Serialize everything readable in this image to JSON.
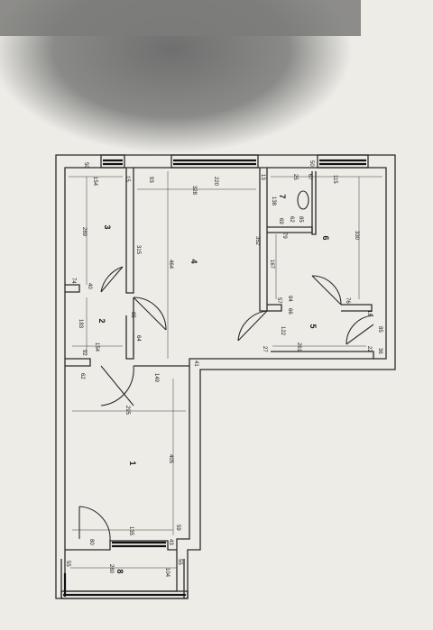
{
  "plan": {
    "rooms": [
      {
        "id": "r1",
        "label": "1"
      },
      {
        "id": "r2",
        "label": "2"
      },
      {
        "id": "r3",
        "label": "3"
      },
      {
        "id": "r4",
        "label": "4"
      },
      {
        "id": "r5",
        "label": "5"
      },
      {
        "id": "r6",
        "label": "6"
      },
      {
        "id": "r7",
        "label": "7"
      },
      {
        "id": "r8",
        "label": "8"
      }
    ],
    "dimensions": {
      "d50a": "50",
      "d154a": "154",
      "d15": "15",
      "d93": "93",
      "d328": "328",
      "d220": "220",
      "d13": "13",
      "d50b": "50",
      "d25": "25",
      "d67": "67",
      "d115": "115",
      "d289": "289",
      "d315": "315",
      "d464": "464",
      "d138": "138",
      "d69": "69",
      "d85a": "85",
      "d62a": "62",
      "d79": "79",
      "d352": "352",
      "d330": "330",
      "d167": "167",
      "d74": "74",
      "d40": "40",
      "d154b": "154",
      "d183": "183",
      "d85b": "85",
      "d57": "57",
      "d66": "66",
      "d76": "76",
      "d94": "94",
      "d18": "18",
      "d92": "92",
      "d64": "64",
      "d122": "122",
      "d261": "261",
      "d27": "27",
      "d22": "22",
      "d36": "36",
      "d85c": "85",
      "d62b": "62",
      "d149": "149",
      "d41": "41",
      "d295": "295",
      "d405": "405",
      "d80": "80",
      "d135": "135",
      "d59": "59",
      "d43": "43",
      "d55a": "55",
      "d280": "280",
      "d104": "104",
      "d55b": "55"
    }
  }
}
